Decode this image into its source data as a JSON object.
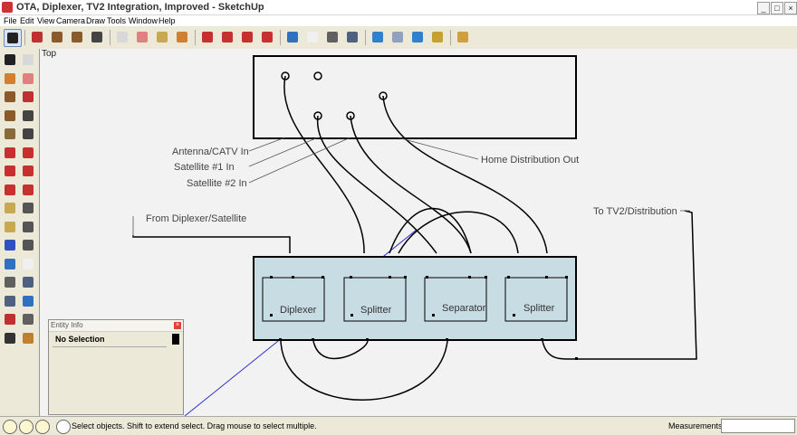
{
  "window": {
    "title": "OTA, Diplexer, TV2 Integration, Improved - SketchUp",
    "controls": {
      "minimize": "_",
      "maximize": "□",
      "close": "×"
    }
  },
  "menubar": {
    "items": [
      {
        "label": "File",
        "id": "file"
      },
      {
        "label": "Edit",
        "id": "edit"
      },
      {
        "label": "View",
        "id": "view"
      },
      {
        "label": "Camera",
        "id": "camera"
      },
      {
        "label": "Draw",
        "id": "draw"
      },
      {
        "label": "Tools",
        "id": "tools"
      },
      {
        "label": "Window",
        "id": "window"
      },
      {
        "label": "Help",
        "id": "help"
      }
    ]
  },
  "toolbar": {
    "tools": [
      {
        "icon": "select-arrow-icon",
        "color": "#222222",
        "active": true
      },
      {
        "icon": "pencil-icon",
        "color": "#c03030"
      },
      {
        "icon": "rectangle-icon",
        "color": "#8a5a2a"
      },
      {
        "icon": "circle-icon",
        "color": "#8a5a2a"
      },
      {
        "icon": "arc-icon",
        "color": "#444444"
      },
      {
        "icon": "make-component-icon",
        "color": "#d8d8d8"
      },
      {
        "icon": "eraser-icon",
        "color": "#e08080"
      },
      {
        "icon": "tape-measure-icon",
        "color": "#c8a850"
      },
      {
        "icon": "paint-bucket-icon",
        "color": "#d08030"
      },
      {
        "icon": "push-pull-icon",
        "color": "#c83030"
      },
      {
        "icon": "move-icon",
        "color": "#c83030"
      },
      {
        "icon": "rotate-icon",
        "color": "#c83030"
      },
      {
        "icon": "follow-me-icon",
        "color": "#c83030"
      },
      {
        "icon": "orbit-icon",
        "color": "#3070c0"
      },
      {
        "icon": "pan-icon",
        "color": "#f0f0f0"
      },
      {
        "icon": "zoom-icon",
        "color": "#606060"
      },
      {
        "icon": "zoom-extents-icon",
        "color": "#506080"
      },
      {
        "icon": "get-models-icon",
        "color": "#3080d0"
      },
      {
        "icon": "share-model-icon",
        "color": "#90a0c0"
      },
      {
        "icon": "share-component-icon",
        "color": "#3080d0"
      },
      {
        "icon": "get-photo-texture-icon",
        "color": "#c8a030"
      },
      {
        "icon": "components-icon",
        "color": "#d0a040"
      }
    ]
  },
  "sidebar": {
    "tools": [
      {
        "icon": "select-icon",
        "color": "#222222"
      },
      {
        "icon": "make-component-icon",
        "color": "#d8d8d8"
      },
      {
        "icon": "paint-bucket-icon",
        "color": "#d08030"
      },
      {
        "icon": "eraser-icon",
        "color": "#e08080"
      },
      {
        "icon": "rectangle-icon",
        "color": "#8a5a2a"
      },
      {
        "icon": "line-icon",
        "color": "#c03030"
      },
      {
        "icon": "circle-icon",
        "color": "#8a5a2a"
      },
      {
        "icon": "arc-icon",
        "color": "#444444"
      },
      {
        "icon": "polygon-icon",
        "color": "#8a6a3a"
      },
      {
        "icon": "freehand-icon",
        "color": "#444444"
      },
      {
        "icon": "move-icon",
        "color": "#c83030"
      },
      {
        "icon": "push-pull-icon",
        "color": "#c83030"
      },
      {
        "icon": "rotate-icon",
        "color": "#c83030"
      },
      {
        "icon": "follow-me-icon",
        "color": "#c83030"
      },
      {
        "icon": "scale-icon",
        "color": "#c83030"
      },
      {
        "icon": "offset-icon",
        "color": "#c83030"
      },
      {
        "icon": "tape-measure-icon",
        "color": "#c8a850"
      },
      {
        "icon": "dimension-icon",
        "color": "#555555"
      },
      {
        "icon": "protractor-icon",
        "color": "#c8a850"
      },
      {
        "icon": "text-icon",
        "color": "#555555"
      },
      {
        "icon": "axes-icon",
        "color": "#3050c0"
      },
      {
        "icon": "3d-text-icon",
        "color": "#555555"
      },
      {
        "icon": "orbit-icon",
        "color": "#3070c0"
      },
      {
        "icon": "pan-icon",
        "color": "#f0f0f0"
      },
      {
        "icon": "zoom-icon",
        "color": "#606060"
      },
      {
        "icon": "zoom-window-icon",
        "color": "#506080"
      },
      {
        "icon": "zoom-extents-icon",
        "color": "#506080"
      },
      {
        "icon": "previous-view-icon",
        "color": "#3070c0"
      },
      {
        "icon": "position-camera-icon",
        "color": "#c03030"
      },
      {
        "icon": "look-around-icon",
        "color": "#606060"
      },
      {
        "icon": "walk-icon",
        "color": "#333333"
      },
      {
        "icon": "section-plane-icon",
        "color": "#c08030"
      }
    ]
  },
  "viewport": {
    "scene_label": "Top",
    "callouts": {
      "antenna_in": "Antenna/CATV In",
      "satellite1_in": "Satellite #1 In",
      "satellite2_in": "Satellite #2 In",
      "home_out": "Home Distribution Out",
      "from_diplexer": "From Diplexer/Satellite",
      "to_tv2": "To TV2/Distribution"
    },
    "modules": {
      "diplexer": "Diplexer",
      "splitter1": "Splitter",
      "separator": "Separator",
      "splitter2": "Splitter"
    },
    "colors": {
      "panel_fill": "#c8dce4",
      "line": "#000000",
      "leader": "#555555",
      "axis_blue": "#3030d0"
    }
  },
  "entity_info": {
    "title": "Entity Info",
    "selection": "No Selection",
    "close": "×"
  },
  "statusbar": {
    "message": "Select objects. Shift to extend select. Drag mouse to select multiple.",
    "measurements_label": "Measurements",
    "measurements_value": ""
  }
}
